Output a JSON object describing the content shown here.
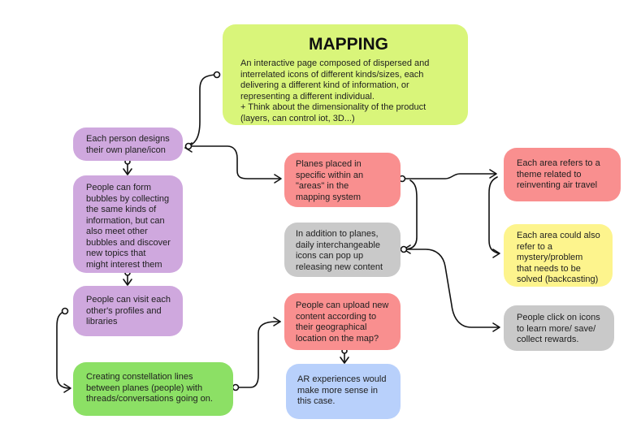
{
  "colors": {
    "lime": "#d9f57a",
    "purple": "#cfa8de",
    "red": "#f98f8f",
    "gray": "#c9c9c9",
    "yellow": "#fdf48d",
    "green": "#8ce065",
    "blue": "#b8d0fb",
    "line": "#111111"
  },
  "nodes": {
    "mapping": {
      "title": "MAPPING",
      "text": "An interactive page composed of dispersed and\ninterrelated icons of different kinds/sizes, each\ndelivering a different kind of information, or\nrepresenting a different individual.\n+ Think about the dimensionality of the product\n(layers, can control iot, 3D...)"
    },
    "designs": {
      "text": "Each person designs\ntheir own plane/icon"
    },
    "bubbles": {
      "text": "People can form\nbubbles by collecting\nthe same kinds of\ninformation, but can\nalso meet other\nbubbles and discover\nnew topics that\nmight interest them"
    },
    "profiles": {
      "text": "People can visit each\nother's profiles and\nlibraries"
    },
    "constellation": {
      "text": "Creating constellation lines\nbetween planes (people) with\nthreads/conversations going on."
    },
    "planes": {
      "text": "Planes placed in\nspecific within an\n\"areas\" in the\nmapping system"
    },
    "icons": {
      "text": "In addition to planes,\ndaily interchangeable\nicons can pop up\nreleasing new content"
    },
    "upload": {
      "text": "People can upload new\ncontent according to\ntheir geographical\nlocation on the map?"
    },
    "ar": {
      "text": "AR experiences would\nmake more sense in\nthis case."
    },
    "theme": {
      "text": "Each area refers to a\ntheme related to\nreinventing air travel"
    },
    "mystery": {
      "text": "Each area could also\nrefer to a\nmystery/problem\nthat needs to be\nsolved (backcasting)"
    },
    "click": {
      "text": "People click on icons\nto learn more/ save/\ncollect rewards."
    }
  }
}
